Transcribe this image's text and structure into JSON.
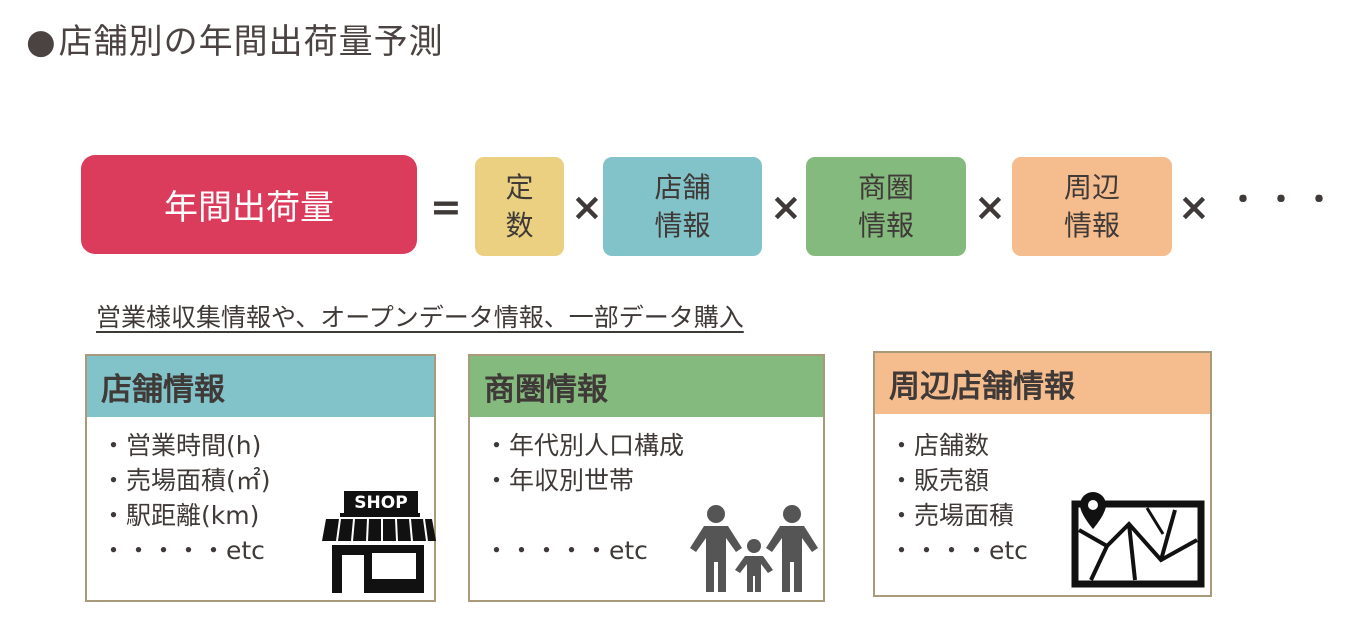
{
  "title": {
    "bullet": "●",
    "text": "店舗別の年間出荷量予測"
  },
  "formula": {
    "result": "年間出荷量",
    "equals": "=",
    "times": "×",
    "ellipsis": "・・・",
    "terms": [
      {
        "label": "定\n数",
        "color": "#ead080"
      },
      {
        "label": "店舗\n情報",
        "color": "#82c3c9"
      },
      {
        "label": "商圏\n情報",
        "color": "#85ba7e"
      },
      {
        "label": "周辺\n情報",
        "color": "#f5bc8d"
      }
    ]
  },
  "source_note": "営業様収集情報や、オープンデータ情報、一部データ購入",
  "cards": [
    {
      "title": "店舗情報",
      "header_color": "#82c3c9",
      "items": [
        "・営業時間(h)",
        "・売場面積(㎡)",
        "・駅距離(km)",
        "・・・・・etc"
      ],
      "icon": "shop-icon",
      "icon_label": "SHOP"
    },
    {
      "title": "商圏情報",
      "header_color": "#85ba7e",
      "items": [
        "・年代別人口構成",
        "・年収別世帯",
        "・・・・・etc"
      ],
      "icon": "family-icon"
    },
    {
      "title": "周辺店舗情報",
      "header_color": "#f5bc8d",
      "items": [
        "・店舗数",
        "・販売額",
        "・売場面積",
        "・・・・etc"
      ],
      "icon": "map-pin-icon"
    }
  ]
}
